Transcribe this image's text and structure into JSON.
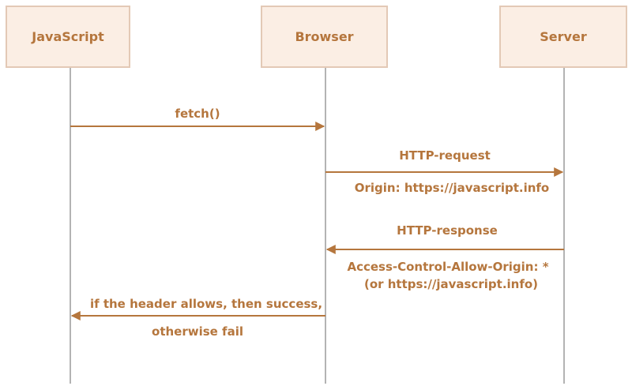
{
  "actors": {
    "javascript": "JavaScript",
    "browser": "Browser",
    "server": "Server"
  },
  "messages": {
    "fetch": "fetch()",
    "http_request": "HTTP-request",
    "origin_header": "Origin: https://javascript.info",
    "http_response": "HTTP-response",
    "acao_header": "Access-Control-Allow-Origin: *",
    "acao_alt": "(or https://javascript.info)",
    "result_line1": "if the header allows, then success,",
    "result_line2": "otherwise fail"
  },
  "colors": {
    "accent": "#b5763d",
    "actor_fill": "#fbeee4",
    "actor_border": "#e3c9b6",
    "lifeline": "#9a9a9a"
  }
}
